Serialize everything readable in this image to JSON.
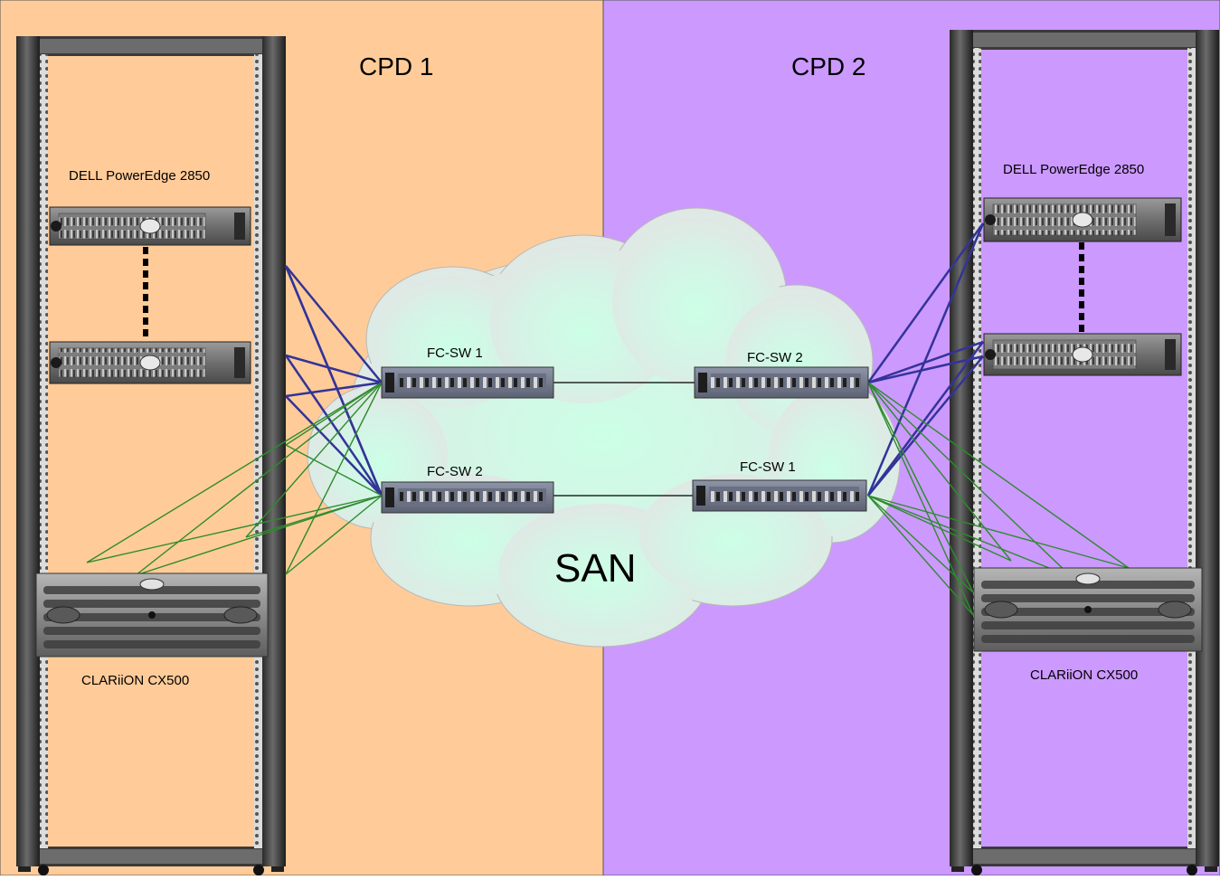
{
  "zones": {
    "left": {
      "label": "CPD 1",
      "color": "#FFCC99"
    },
    "right": {
      "label": "CPD 2",
      "color": "#CC99FF"
    }
  },
  "san": {
    "label": "SAN",
    "cloud_color": "#CCFFE6"
  },
  "servers": {
    "left_label": "DELL PowerEdge 2850",
    "right_label": "DELL PowerEdge 2850"
  },
  "storage": {
    "left_label": "CLARiiON CX500",
    "right_label": "CLARiiON CX500"
  },
  "switches": {
    "left_top": "FC-SW 1",
    "left_bottom": "FC-SW 2",
    "right_top": "FC-SW 2",
    "right_bottom": "FC-SW 1"
  },
  "links": {
    "server_color": "#333399",
    "storage_color": "#2E8B2E",
    "isl_color": "#000000"
  }
}
